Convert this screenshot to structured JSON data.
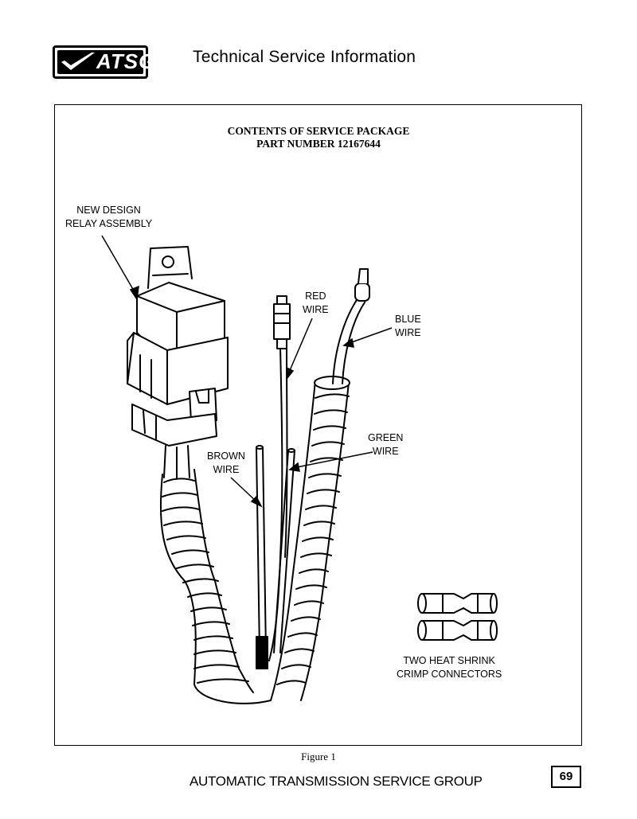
{
  "header": {
    "logo_text": "ATSG",
    "title": "Technical Service Information"
  },
  "figure": {
    "heading_line1": "CONTENTS OF SERVICE PACKAGE",
    "heading_line2": "PART NUMBER 12167644",
    "labels": {
      "relay_line1": "NEW DESIGN",
      "relay_line2": "RELAY ASSEMBLY",
      "red_line1": "RED",
      "red_line2": "WIRE",
      "blue_line1": "BLUE",
      "blue_line2": "WIRE",
      "green_line1": "GREEN",
      "green_line2": "WIRE",
      "brown_line1": "BROWN",
      "brown_line2": "WIRE",
      "connectors_line1": "TWO HEAT SHRINK",
      "connectors_line2": "CRIMP CONNECTORS"
    },
    "caption": "Figure 1"
  },
  "footer": {
    "organization": "AUTOMATIC TRANSMISSION SERVICE GROUP",
    "page_number": "69"
  }
}
